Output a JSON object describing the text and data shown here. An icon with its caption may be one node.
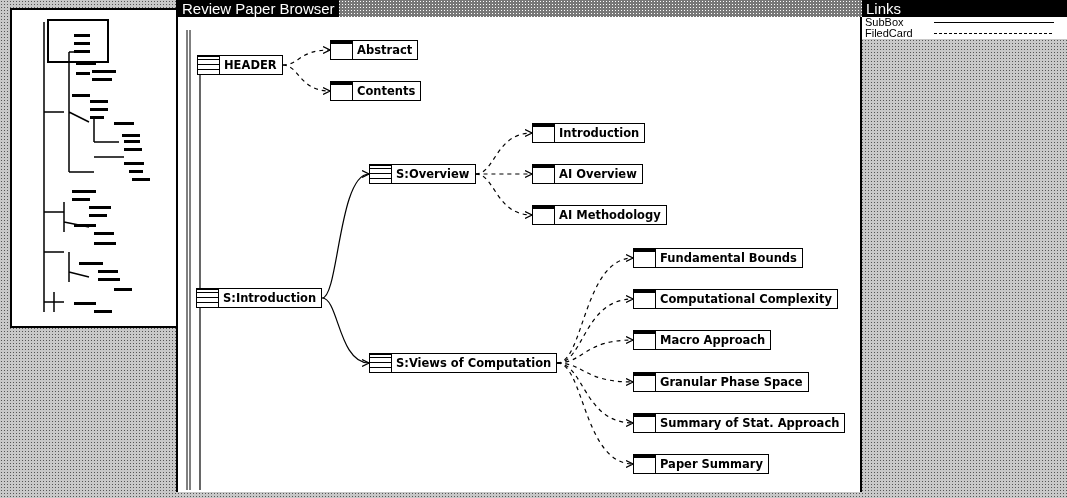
{
  "diagram": {
    "title": "Review Paper Browser",
    "nodes": [
      {
        "text": [
          "HEADER"
        ]
      },
      {
        "text": [
          "Abstract"
        ]
      },
      {
        "text": [
          "Contents"
        ]
      },
      {
        "text": [
          "S:Overview"
        ]
      },
      {
        "text": [
          "Introduction"
        ]
      },
      {
        "text": [
          "AI Overview"
        ]
      },
      {
        "text": [
          "AI Methodology"
        ]
      },
      {
        "text": [
          "S:Introduction"
        ]
      },
      {
        "text": [
          "S:Views of Computation"
        ]
      },
      {
        "text": [
          "Fundamental Bounds"
        ]
      },
      {
        "text": [
          "Computational Complexity"
        ]
      },
      {
        "text": [
          "Macro Approach"
        ]
      },
      {
        "text": [
          "Granular Phase Space"
        ]
      },
      {
        "text": [
          "Summary of Stat. Approach"
        ]
      },
      {
        "text": [
          "Paper Summary"
        ]
      }
    ],
    "edges": [
      {
        "from": 0,
        "to": 1,
        "arrow": "to",
        "style": "dashed"
      },
      {
        "from": 0,
        "to": 2,
        "arrow": "to",
        "style": "dashed"
      },
      {
        "from": 3,
        "to": 4,
        "arrow": "to",
        "style": "dashed"
      },
      {
        "from": 3,
        "to": 5,
        "arrow": "to",
        "style": "dashed"
      },
      {
        "from": 3,
        "to": 6,
        "arrow": "to",
        "style": "dashed"
      },
      {
        "from": 7,
        "to": 3,
        "arrow": "to"
      },
      {
        "from": 7,
        "to": 8,
        "arrow": "to"
      },
      {
        "from": 8,
        "to": 9,
        "arrow": "to",
        "style": "dashed"
      },
      {
        "from": 8,
        "to": 10,
        "arrow": "to",
        "style": "dashed"
      },
      {
        "from": 8,
        "to": 11,
        "arrow": "to",
        "style": "dashed"
      },
      {
        "from": 8,
        "to": 12,
        "arrow": "to",
        "style": "dashed"
      },
      {
        "from": 8,
        "to": 13,
        "arrow": "to",
        "style": "dashed"
      },
      {
        "from": 8,
        "to": 14,
        "arrow": "to",
        "style": "dashed"
      },
      {
        "from": 0,
        "to": null,
        "arrow": "none"
      }
    ],
    "labels": [
      "Links"
    ],
    "legend": [
      {
        "text": "SubBox"
      },
      {
        "text": "FiledCard"
      }
    ]
  }
}
